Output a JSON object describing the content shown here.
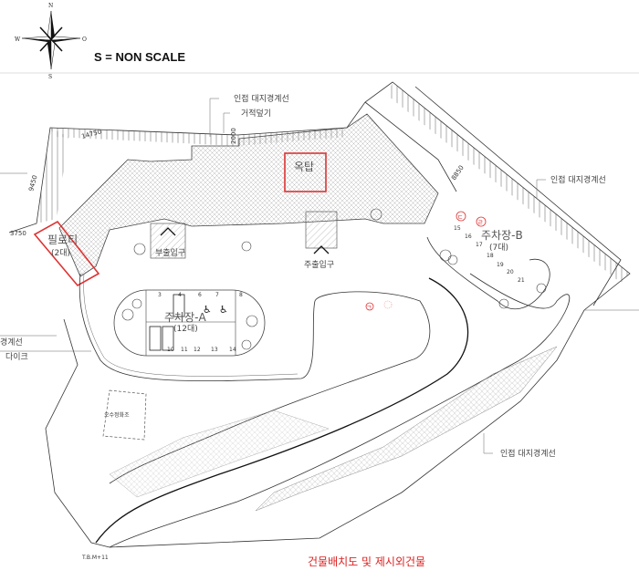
{
  "header": {
    "compass": {
      "n": "N",
      "w": "W",
      "e": "O",
      "s": "S"
    },
    "scale_note": "S = NON SCALE"
  },
  "labels": {
    "boundary_top": "인접 대지경계선",
    "boundary_right": "인접 대지경계선",
    "boundary_bottom": "인접 대지경계선",
    "boundary_left_partial": "경계선",
    "dike_partial": "다이크",
    "mat_cover": "거적덮기",
    "dim_14750": "14750",
    "dim_left": "9450",
    "dim_3750": "3750",
    "dim_top": "2000",
    "dim_8850": "8850",
    "rooftop": "옥탑",
    "pilotis": "필로티",
    "pilotis_count": "(2대)",
    "side_entrance": "부출입구",
    "main_entrance": "주출입구",
    "parking_a": "주차장-A",
    "parking_a_count": "(12대)",
    "parking_b": "주차장-B",
    "parking_b_count": "(7대)",
    "septic_tank": "오수정화조",
    "tbm": "T.B.M+11",
    "markers": {
      "m1": "ㄱ",
      "m3": "ㄷ",
      "m4": "ㄹ"
    }
  },
  "parking_a_numbers": [
    "3",
    "4",
    "6",
    "7",
    "8",
    "10",
    "11",
    "12",
    "13",
    "14"
  ],
  "parking_b_numbers": [
    "15",
    "16",
    "17",
    "18",
    "19",
    "20",
    "21"
  ],
  "footer": {
    "title": "건물배치도 및 제시외건물"
  },
  "colors": {
    "highlight": "#d33333",
    "line": "#333333"
  }
}
